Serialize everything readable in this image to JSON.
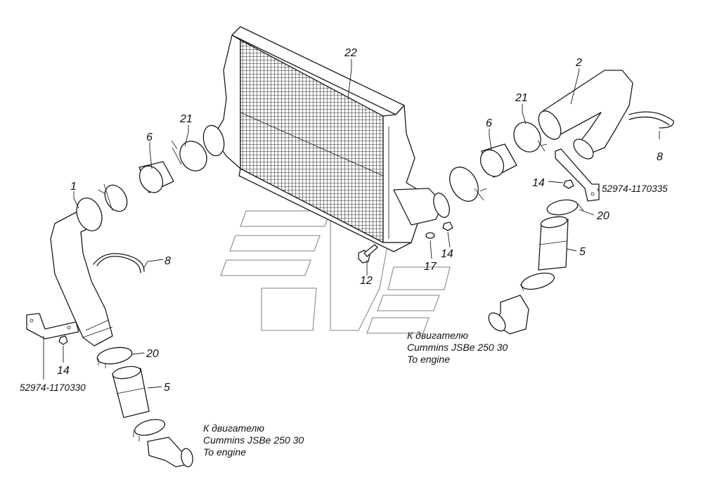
{
  "callouts": {
    "c22": "22",
    "c2": "2",
    "c21_left": "21",
    "c21_right": "21",
    "c6_left": "6",
    "c6_right": "6",
    "c1": "1",
    "c8_left": "8",
    "c8_right": "8",
    "c14_left": "14",
    "c14_right_top": "14",
    "c14_center": "14",
    "c20_left": "20",
    "c20_right": "20",
    "c5_left": "5",
    "c5_right": "5",
    "c12": "12",
    "c17": "17"
  },
  "part_numbers": {
    "left_bracket": "52974-1170330",
    "right_bracket": "52974-1170335"
  },
  "engine_note_right": {
    "line1": "К двигателю",
    "line2": "Cummins JSBe 250 30",
    "line3": "To engine"
  },
  "engine_note_left": {
    "line1": "К двигателю",
    "line2": "Cummins JSBe 250 30",
    "line3": "To engine"
  },
  "colors": {
    "line": "#1a1a1a",
    "watermark": "#9a9a9a",
    "background": "#ffffff"
  }
}
